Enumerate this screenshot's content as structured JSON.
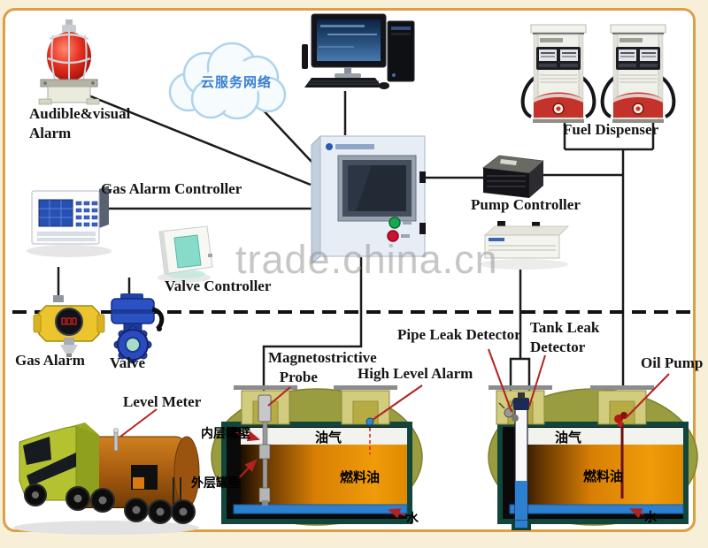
{
  "watermark": "trade.china.cn",
  "labels": {
    "audible_visual_alarm": "Audible&visual\nAlarm",
    "gas_alarm_controller": "Gas Alarm Controller",
    "valve_controller": "Valve Controller",
    "gas_alarm": "Gas Alarm",
    "valve": "Valve",
    "level_meter": "Level Meter",
    "fuel_dispenser": "Fuel Dispenser",
    "pump_controller": "Pump Controller",
    "magnetostrictive_probe": "Magnetostrictive\n   Probe",
    "high_level_alarm": "High Level Alarm",
    "pipe_leak_detector": "Pipe Leak Detector",
    "tank_leak_detector": "Tank Leak\nDetector",
    "oil_pump": "Oil Pump",
    "cloud_network": "云服务网络"
  },
  "tank_annotations": {
    "inner_wall": "内层罐壁",
    "outer_wall": "外层罐壁",
    "oil_gas_left": "油气",
    "oil_gas_right": "油气",
    "fuel_oil_left": "燃料油",
    "fuel_oil_right": "燃料油",
    "water_left": "水",
    "water_right": "水"
  },
  "colors": {
    "frame_border": "#dd9f44",
    "page_margin": "#f7efd7",
    "connector_line": "#1b1b1b",
    "leader_line_red": "#b22222",
    "watermark_gray": "#8f8f8f",
    "tank_shell_olive": "#9a9c40",
    "tank_inner_teal": "#12453c",
    "fuel_oil_orange": "#e08a00",
    "water_blue": "#2d7fd0",
    "beacon_red": "#c41616",
    "valve_blue": "#2a52c4",
    "gas_alarm_yellow": "#ecc52e",
    "cloud_text_blue": "#3a7fd0"
  }
}
